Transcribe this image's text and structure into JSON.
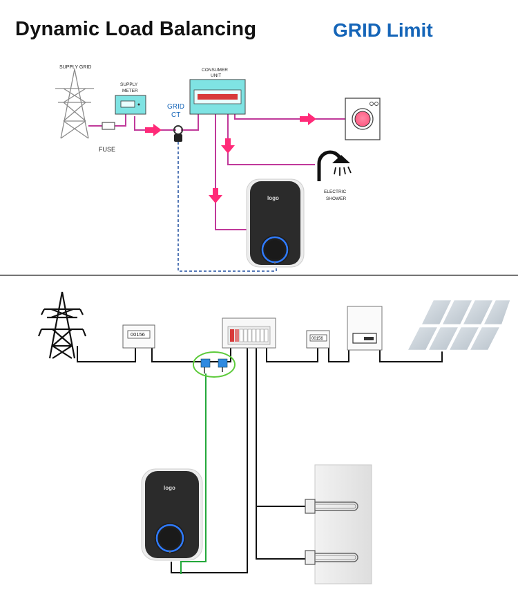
{
  "header": {
    "title": "Dynamic Load Balancing",
    "subtitle": "GRID Limit"
  },
  "colors": {
    "accent_blue": "#1565b8",
    "power_line": "#c0399a",
    "flow_arrow": "#ff2a78",
    "ct_wire": "#1b4b9e",
    "meter_teal": "#7fe3e3",
    "consumer_red": "#d83a3a",
    "washer_pink": "#ff6f91",
    "ct_ring_green": "#5ecb3c",
    "ct_clamp_blue": "#2f8ae0",
    "charger_body": "#2b2b2b",
    "charger_ring": "#2f7bff",
    "panel_blue": "#b9c4cf"
  },
  "top_diagram": {
    "supply_grid_label": "SUPPLY GRID",
    "supply_meter_label_1": "SUPPLY",
    "supply_meter_label_2": "METER",
    "fuse_label": "FUSE",
    "grid_ct_label_1": "GRID",
    "grid_ct_label_2": "CT",
    "consumer_unit_label_1": "CONSUMER",
    "consumer_unit_label_2": "UNIT",
    "shower_label_1": "ELECTRIC",
    "shower_label_2": "SHOWER",
    "charger_logo": "logo",
    "icons": [
      "pylon-icon",
      "meter-icon",
      "fuse-icon",
      "ct-clamp-icon",
      "washing-machine-icon",
      "shower-icon",
      "ev-charger-icon"
    ]
  },
  "bottom_diagram": {
    "grid_meter_reading": "00156",
    "solar_meter_reading": "00156",
    "charger_logo": "logo",
    "icons": [
      "pylon-icon",
      "grid-meter-icon",
      "ct-clamp-icon",
      "distribution-board-icon",
      "solar-meter-icon",
      "inverter-icon",
      "solar-panel-icon",
      "water-heater-icon",
      "ev-charger-icon"
    ]
  }
}
